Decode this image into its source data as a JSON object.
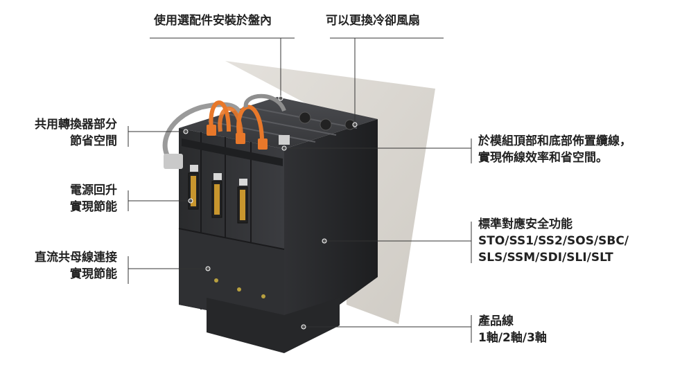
{
  "labels": {
    "top_left": "使用選配件安裝於盤內",
    "top_right": "可以更換冷卻風扇",
    "left1_line1": "共用轉換器部分",
    "left1_line2": "節省空間",
    "left2_line1": "電源回升",
    "left2_line2": "實現節能",
    "left3_line1": "直流共母線連接",
    "left3_line2": "實現節能",
    "right1_line1": "於模組頂部和底部佈置纜線，",
    "right1_line2": "實現佈線效率和省空間。",
    "right2_line1": "標準對應安全功能",
    "right2_line2": "STO/SS1/SS2/SOS/SBC/",
    "right2_line3": "SLS/SSM/SDI/SLI/SLT",
    "right3_line1": "產品線",
    "right3_line2": "1軸/2軸/3軸"
  },
  "colors": {
    "text": "#222222",
    "panel": "#d9d6d1",
    "module_dark": "#2c2d2f",
    "module_mid": "#3a3b3e",
    "connector_orange": "#e8782a",
    "terminal_gold": "#c8962e"
  }
}
